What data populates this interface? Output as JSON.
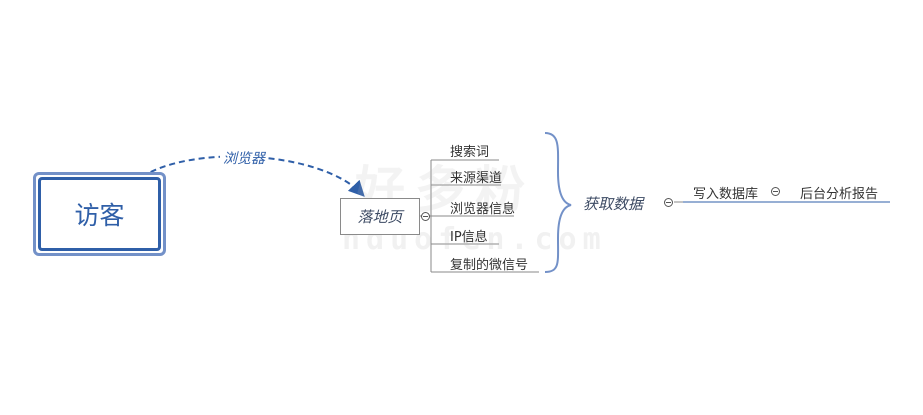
{
  "visitor_label": "访客",
  "edge_label": "浏览器",
  "landing_label": "落地页",
  "landing_items": [
    "搜索词",
    "来源渠道",
    "浏览器信息",
    "IP信息",
    "复制的微信号"
  ],
  "get_data_label": "获取数据",
  "steps": [
    "写入数据库",
    "后台分析报告"
  ],
  "watermark": {
    "main": "好多粉",
    "sub": "hduofen.com"
  },
  "colors": {
    "accent": "#2f5fa8",
    "accent_light": "#7391c8",
    "line": "#8a8a8a"
  }
}
